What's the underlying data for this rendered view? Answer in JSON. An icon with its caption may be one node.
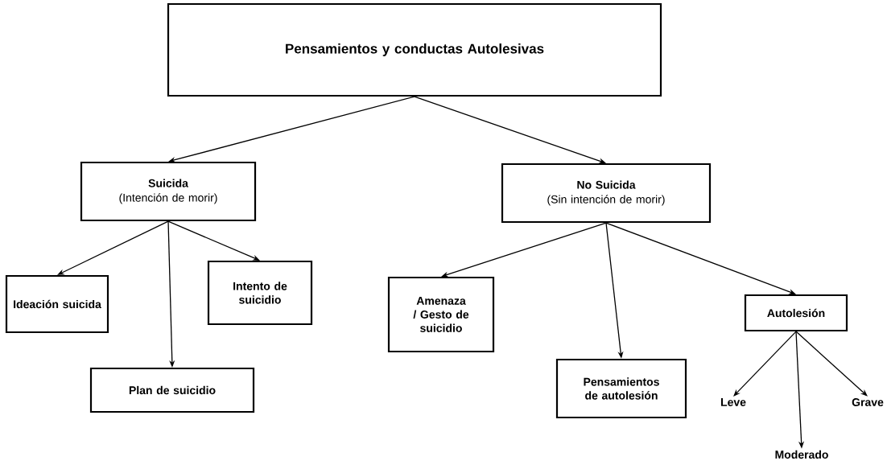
{
  "diagram": {
    "nodes": [
      {
        "text": [
          "Pensamientos y conductas Autolesivas"
        ]
      },
      {
        "text": [
          "Suicida",
          "(Intención de morir)"
        ]
      },
      {
        "text": [
          "No Suicida",
          "(Sin intención de morir)"
        ]
      },
      {
        "text": [
          "Ideación suicida"
        ]
      },
      {
        "text": [
          "Plan de suicidio"
        ]
      },
      {
        "text": [
          "Intento de suicidio"
        ]
      },
      {
        "text": [
          "Amenaza / Gesto de suicidio"
        ]
      },
      {
        "text": [
          "Pensamientos de autolesión"
        ]
      },
      {
        "text": [
          "Autolesión"
        ]
      },
      {
        "text": [
          "Leve"
        ]
      },
      {
        "text": [
          "Moderado"
        ]
      },
      {
        "text": [
          "Grave"
        ]
      }
    ],
    "edges": [
      {
        "from": 0,
        "to": 1,
        "arrow": "to"
      },
      {
        "from": 0,
        "to": 2,
        "arrow": "to"
      },
      {
        "from": 1,
        "to": 3,
        "arrow": "to"
      },
      {
        "from": 1,
        "to": 4,
        "arrow": "to"
      },
      {
        "from": 1,
        "to": 5,
        "arrow": "to"
      },
      {
        "from": 2,
        "to": 6,
        "arrow": "to"
      },
      {
        "from": 2,
        "to": 7,
        "arrow": "to"
      },
      {
        "from": 2,
        "to": 8,
        "arrow": "to"
      },
      {
        "from": 8,
        "to": 9,
        "arrow": "to"
      },
      {
        "from": 8,
        "to": 10,
        "arrow": "to"
      },
      {
        "from": 8,
        "to": 11,
        "arrow": "to"
      }
    ]
  }
}
